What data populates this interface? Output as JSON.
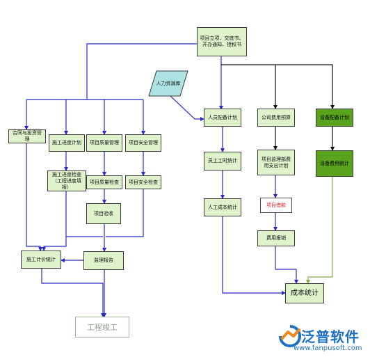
{
  "nodes": {
    "start": "项目立项、交底书、开办通知、授权书",
    "hr_resource": "人力资源库",
    "staff_plan": "人员配备计划",
    "company_budget": "公司费用预算",
    "equipment_plan": "设备配备计划",
    "contract_invest": "合同与投资管理",
    "progress_plan": "施工进度计划",
    "quality_mgmt": "项目质量管理",
    "safety_mgmt": "项目安全管理",
    "progress_check": "施工进度检查（工程进度填报）",
    "quality_check": "项目质量检查",
    "safety_check": "项目安全检查",
    "acceptance": "项目验收",
    "valuation": "施工计价统计",
    "supervision_report": "监理报告",
    "completion": "工程竣工",
    "staff_hours": "员工工时统计",
    "labor_cost": "人工成本统计",
    "site_expense": "项目监理部费用支出计划",
    "loan": "项目借款",
    "reimburse": "费用报销",
    "equipment_cost": "设备费用统计",
    "cost_stats": "成本统计"
  },
  "logo": {
    "name": "泛普软件",
    "url": "www.fanpusoft.com"
  },
  "colors": {
    "box_fill": "#dff2cc",
    "equipment_fill": "#5aa31c",
    "blue_arrow": "#2828c8",
    "black_arrow": "#111111",
    "green_arrow": "#7bb24a",
    "loan_text": "#e0242a",
    "logo_blue": "#1e6fc4",
    "logo_orange": "#f08a1e"
  }
}
